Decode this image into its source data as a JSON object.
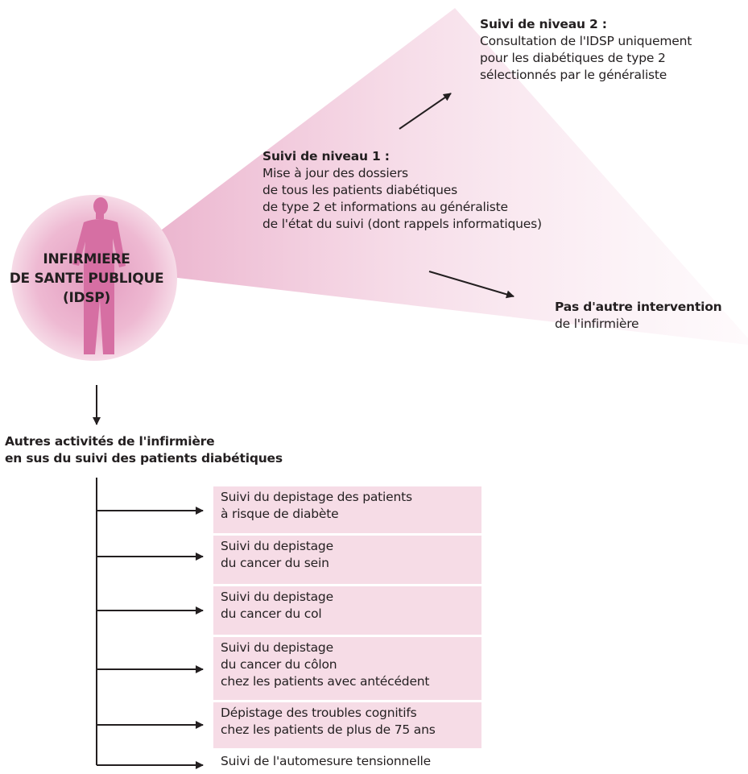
{
  "center": {
    "lines": [
      "INFIRMIERE",
      "DE SANTE PUBLIQUE",
      "(IDSP)"
    ]
  },
  "level2": {
    "title": "Suivi de niveau 2 :",
    "lines": [
      "Consultation de l'IDSP uniquement",
      "pour les diabétiques de type 2",
      "sélectionnés par le généraliste"
    ]
  },
  "level1": {
    "title": "Suivi de niveau 1 :",
    "lines": [
      "Mise à jour des dossiers",
      "de tous les patients diabétiques",
      "de type 2 et informations au généraliste",
      "de l'état du suivi (dont rappels informatiques)"
    ]
  },
  "no_intervention": {
    "title": "Pas d'autre intervention",
    "line": "de l'infirmière"
  },
  "other_activities": {
    "lines": [
      "Autres activités de l'infirmière",
      "en sus du suivi  des patients diabétiques"
    ]
  },
  "activities": [
    {
      "lines": [
        "Suivi du depistage des patients",
        "à risque de diabète"
      ]
    },
    {
      "lines": [
        "Suivi du depistage",
        "du cancer du sein"
      ]
    },
    {
      "lines": [
        "Suivi du depistage",
        "du cancer du col"
      ]
    },
    {
      "lines": [
        "Suivi du depistage",
        "du cancer du côlon",
        "chez les patients avec antécédent"
      ]
    },
    {
      "lines": [
        "Dépistage des troubles cognitifs",
        "chez les patients de plus de 75 ans"
      ]
    },
    {
      "lines": [
        "Suivi de l'automesure tensionnelle"
      ]
    }
  ],
  "colors": {
    "pink_circle": "#e6a9c6",
    "pink_figure": "#d66fa3",
    "pink_box": "#f6dce6",
    "arrow": "#231f20"
  }
}
